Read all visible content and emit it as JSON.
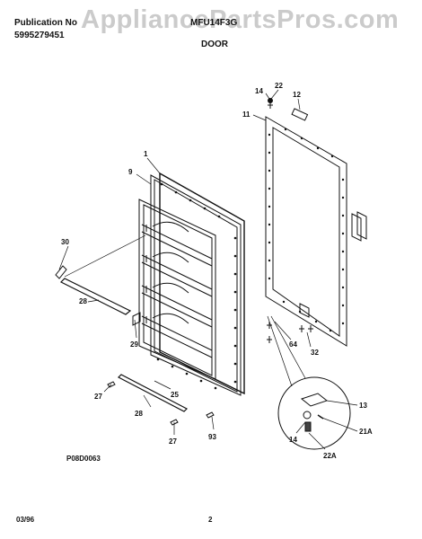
{
  "header": {
    "publication_label": "Publication No",
    "publication_number": "5995279451",
    "model": "MFU14F3G",
    "section_title": "DOOR"
  },
  "watermark": "AppliancePartsPros.com",
  "callouts": {
    "c1": "1",
    "c9": "9",
    "c30": "30",
    "c28a": "28",
    "c29": "29",
    "c27a": "27",
    "c25": "25",
    "c28b": "28",
    "c27b": "27",
    "c93": "93",
    "c22": "22",
    "c14a": "14",
    "c12": "12",
    "c11": "11",
    "c64": "64",
    "c32": "32",
    "c13": "13",
    "c21A": "21A",
    "c14b": "14",
    "c22A": "22A"
  },
  "footer": {
    "diagram_code": "P08D0063",
    "date": "03/96",
    "page": "2"
  }
}
